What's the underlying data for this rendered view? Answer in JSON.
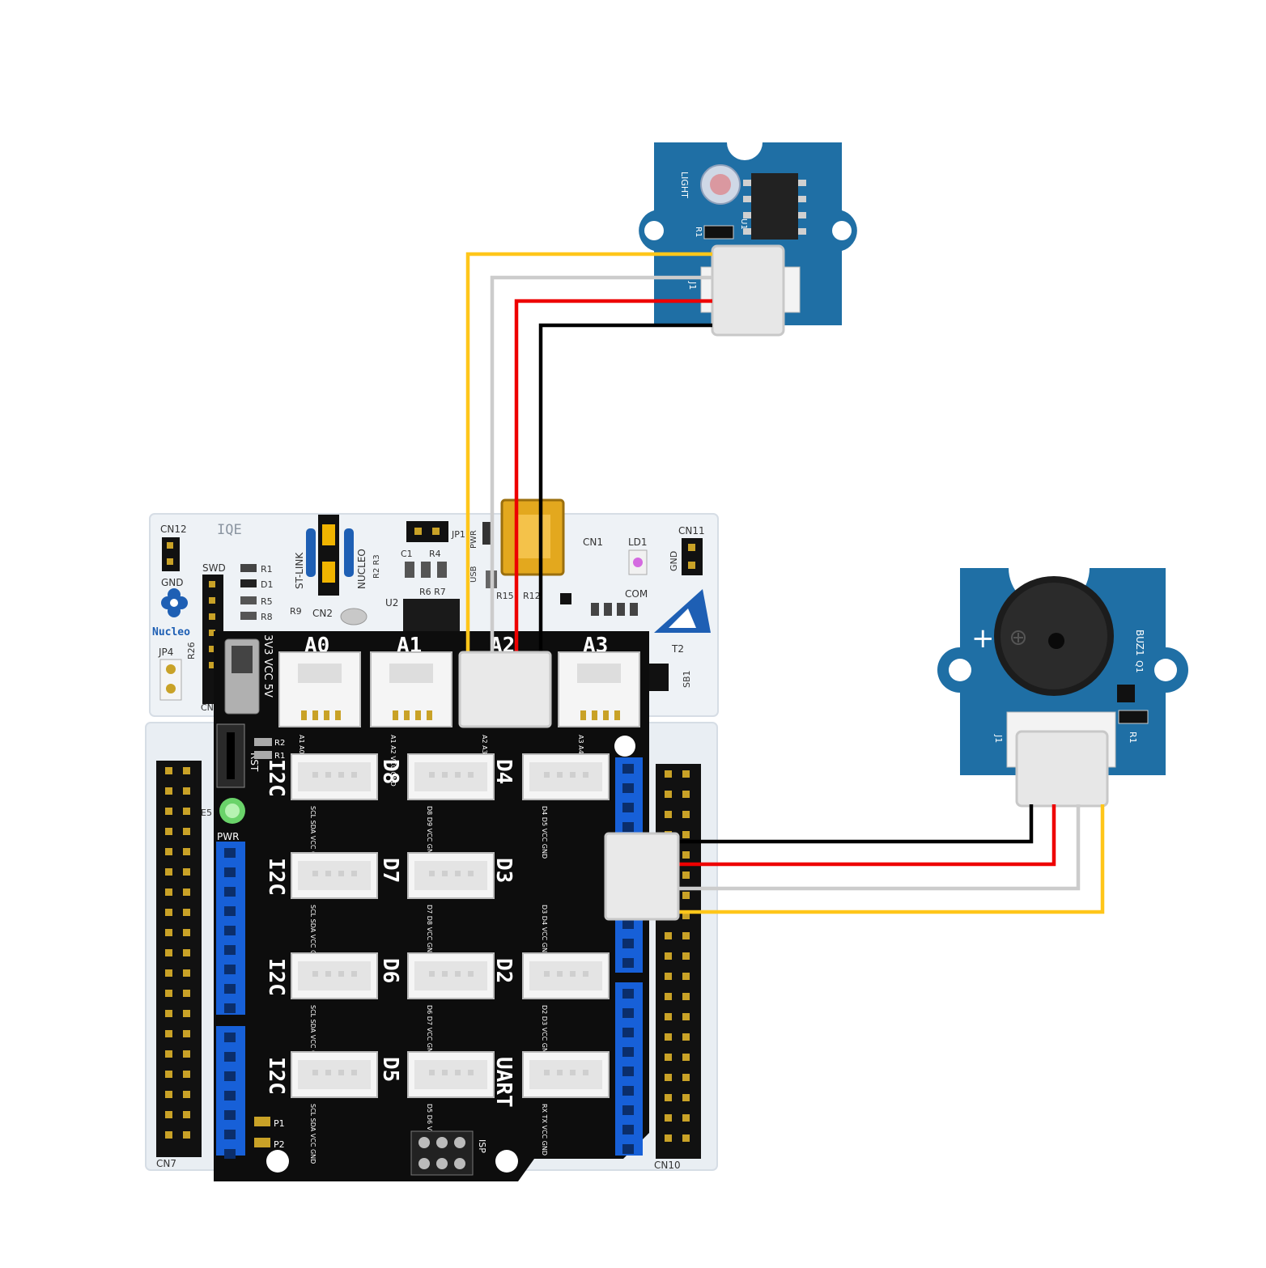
{
  "nucleo_board": {
    "labels": {
      "cn12": "CN12",
      "iqe": "IQE",
      "gnd_left": "GND",
      "swd": "SWD",
      "r1": "R1",
      "d1": "D1",
      "r5": "R5",
      "r8": "R8",
      "nucleo_logo": "Nucleo",
      "jp4": "JP4",
      "r26": "R26",
      "r9": "R9",
      "cn2": "CN2",
      "st_link": "ST-LINK",
      "nucleo_jumper": "NUCLEO",
      "r2r3": "R2 R3",
      "u2": "U2",
      "c1": "C1",
      "r4": "R4",
      "r6r7": "R6 R7",
      "jp1": "JP1",
      "pwr": "PWR",
      "usb": "USB",
      "r15": "R15",
      "r12": "R12",
      "cn1": "CN1",
      "ld1": "LD1",
      "com": "COM",
      "cn11": "CN11",
      "gnd_right": "GND",
      "t2": "T2",
      "sb1": "SB1",
      "cn7": "CN7",
      "cn10": "CN10",
      "e5": "E5",
      "cn": "CN"
    }
  },
  "base_shield": {
    "analog_ports": [
      {
        "label": "A0",
        "pins": "A1 A0 VCC GND"
      },
      {
        "label": "A1",
        "pins": "A1 A2 VCC GND"
      },
      {
        "label": "A2",
        "pins": "A2 A3 VCC GND"
      },
      {
        "label": "A3",
        "pins": "A3 A4 VCC GND"
      }
    ],
    "rows": [
      {
        "left": "I2C",
        "mid": "D8",
        "right": "D4",
        "pins_i2c": "SCL SDA VCC GND",
        "pins_mid": "D8 D9 VCC GND",
        "pins_right": "D4 D5 VCC GND"
      },
      {
        "left": "I2C",
        "mid": "D7",
        "right": "D3",
        "pins_i2c": "SCL SDA VCC GND",
        "pins_mid": "D7 D8 VCC GND",
        "pins_right": "D3 D4 VCC GND"
      },
      {
        "left": "I2C",
        "mid": "D6",
        "right": "D2",
        "pins_i2c": "SCL SDA VCC GND",
        "pins_mid": "D6 D7 VCC GND",
        "pins_right": "D2 D3 VCC GND"
      },
      {
        "left": "I2C",
        "mid": "D5",
        "right": "UART",
        "pins_i2c": "SCL SDA VCC GND",
        "pins_mid": "D5 D6 VCC GND",
        "pins_right": "RX TX VCC GND"
      }
    ],
    "labels": {
      "voltage": "3V3 VCC 5V",
      "rst": "RST",
      "r2": "R2",
      "r1": "R1",
      "pwr": "PWR",
      "p1": "P1",
      "p2": "P2",
      "isp": "ISP"
    }
  },
  "light_sensor": {
    "labels": {
      "light": "LIGHT",
      "u1": "U1",
      "r1": "R1",
      "j1": "J1"
    }
  },
  "buzzer": {
    "labels": {
      "plus": "+",
      "buz1": "BUZ1",
      "q1": "Q1",
      "r1": "R1",
      "j1": "J1"
    }
  },
  "colors": {
    "wire_yellow": "#ffc61a",
    "wire_white": "#cccccc",
    "wire_red": "#ee0000",
    "wire_black": "#000000",
    "grove_blue": "#1f6fa5",
    "shield_black": "#0d0d0d",
    "header_blue": "#1760d8",
    "nucleo_board": "#e8eef4"
  }
}
